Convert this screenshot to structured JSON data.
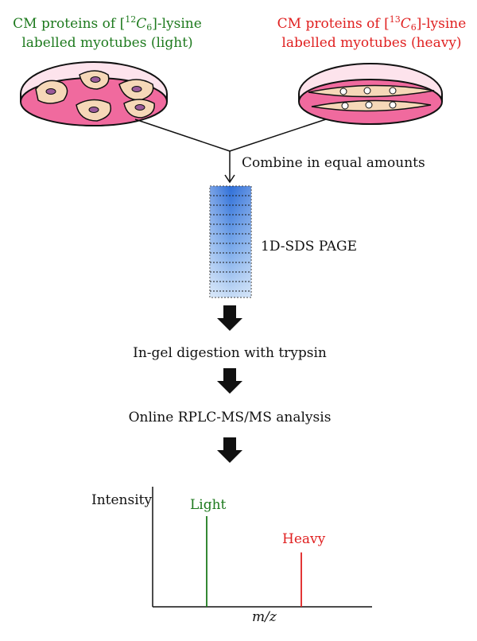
{
  "light_title": {
    "prefix": "CM proteins of [",
    "isotope": "12",
    "element": "C",
    "subscript": "6",
    "suffix": "]-lysine",
    "line2": "labelled myotubes (light)"
  },
  "heavy_title": {
    "prefix": "CM proteins of [",
    "isotope": "13",
    "element": "C",
    "subscript": "6",
    "suffix": "]-lysine",
    "line2": "labelled myotubes (heavy)"
  },
  "steps": {
    "combine": "Combine in equal amounts",
    "gel": "1D-SDS PAGE",
    "digestion": "In-gel digestion with trypsin",
    "analysis": "Online RPLC-MS/MS analysis"
  },
  "spectrum": {
    "ylabel": "Intensity",
    "xlabel": "m/z",
    "light_label": "Light",
    "heavy_label": "Heavy",
    "light_relative_height": 1.0,
    "heavy_relative_height": 0.6
  },
  "colors": {
    "light": "#1e7a1e",
    "heavy": "#e02020",
    "dish_fill": "#f06a9e",
    "gel_blue": "#3a7fdc"
  }
}
